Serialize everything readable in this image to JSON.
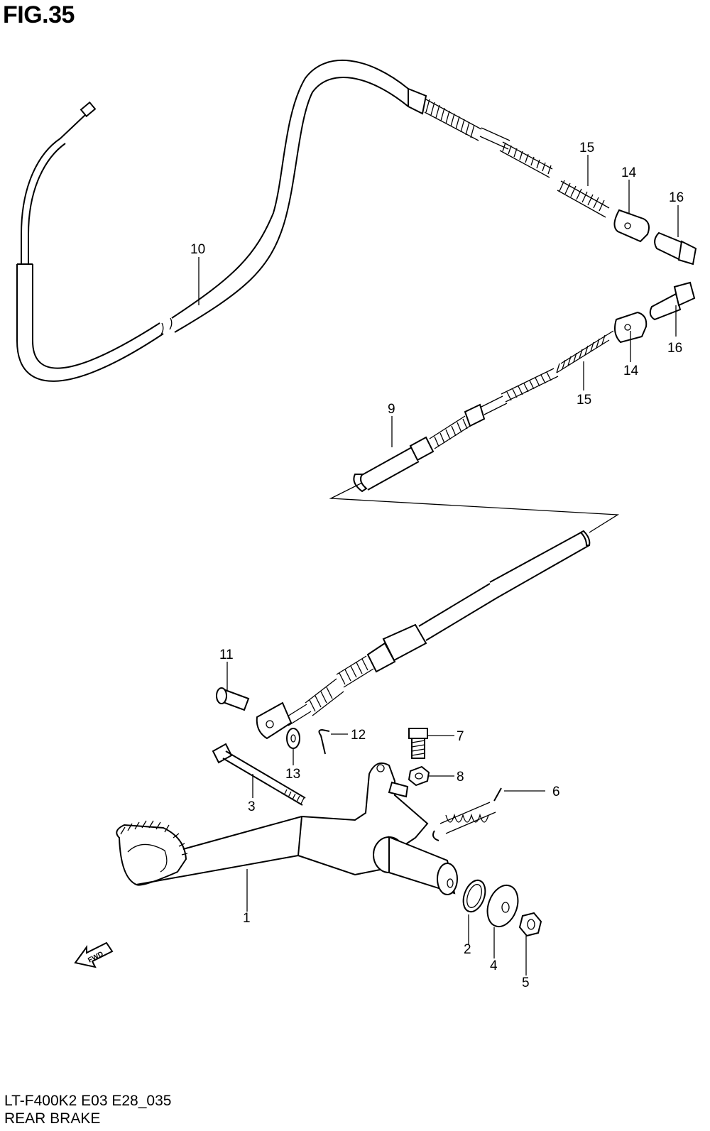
{
  "figure": {
    "title": "FIG.35"
  },
  "footer": {
    "model_code": "LT-F400K2 E03 E28_035",
    "section_name": "REAR BRAKE"
  },
  "fwd_badge": "FWD",
  "callouts": {
    "c1": "1",
    "c2": "2",
    "c3": "3",
    "c4": "4",
    "c5": "5",
    "c6": "6",
    "c7": "7",
    "c8": "8",
    "c9": "9",
    "c10": "10",
    "c11": "11",
    "c12": "12",
    "c13": "13",
    "c14a": "14",
    "c14b": "14",
    "c15a": "15",
    "c15b": "15",
    "c16a": "16",
    "c16b": "16"
  }
}
